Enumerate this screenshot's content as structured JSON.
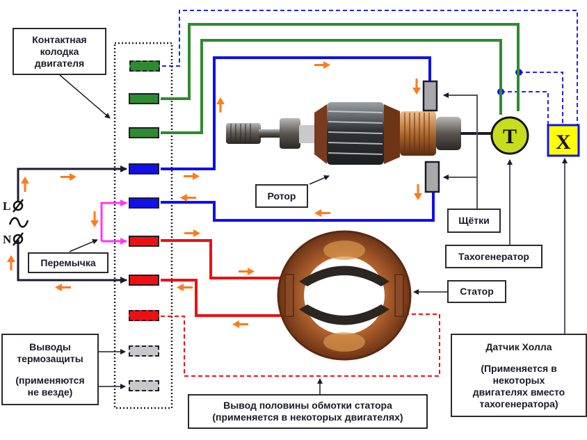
{
  "title": "Схема подключения коллекторного двигателя",
  "labels": {
    "terminal_block": [
      "Контактная",
      "колодка",
      "двигателя"
    ],
    "jumper": "Перемычка",
    "thermal": {
      "line1": "Выводы",
      "line2": "термозащиты",
      "line3": "(применяются",
      "line4": "не везде)"
    },
    "rotor": "Ротор",
    "brushes": "Щётки",
    "tachogenerator": "Тахогенератор",
    "stator": "Статор",
    "hall": {
      "line1": "Датчик Холла",
      "line2": "(Применяется в",
      "line3": "некоторых",
      "line4": "двигателях вместо",
      "line5": "тахогенератора)"
    },
    "half_winding": {
      "line1": "Вывод половины обмотки статора",
      "line2": "(применяется в некоторых двигателях)"
    }
  },
  "supply": {
    "phase": "L",
    "neutral": "N",
    "ac_symbol": "∿"
  },
  "tacho_symbol": "T",
  "hall_symbol": "X",
  "terminals": [
    {
      "name": "hall-sensor-terminal",
      "color": "#2e8b2e",
      "optional": true
    },
    {
      "name": "tacho-terminal-1",
      "color": "#2e8b2e",
      "optional": false
    },
    {
      "name": "tacho-terminal-2",
      "color": "#2e8b2e",
      "optional": false
    },
    {
      "name": "rotor-terminal-1",
      "color": "#1010ee",
      "optional": false
    },
    {
      "name": "rotor-terminal-2",
      "color": "#1010ee",
      "optional": false
    },
    {
      "name": "stator-terminal-1",
      "color": "#ee1010",
      "optional": false
    },
    {
      "name": "stator-terminal-2",
      "color": "#ee1010",
      "optional": false
    },
    {
      "name": "stator-half-terminal",
      "color": "#ee1010",
      "optional": true
    },
    {
      "name": "thermal-terminal-1",
      "color": "#c8c8c8",
      "optional": true
    },
    {
      "name": "thermal-terminal-2",
      "color": "#c8c8c8",
      "optional": true
    }
  ],
  "colors": {
    "green_wire": "#2e8b2e",
    "blue_wire": "#1010ee",
    "red_wire": "#ee1010",
    "jumper_wire": "#ff33ff",
    "supply_wire": "#1b1b2e",
    "current_arrow": "#ff7a1a",
    "tacho_fill": "#c8dc1e",
    "hall_fill": "#ffff00"
  }
}
